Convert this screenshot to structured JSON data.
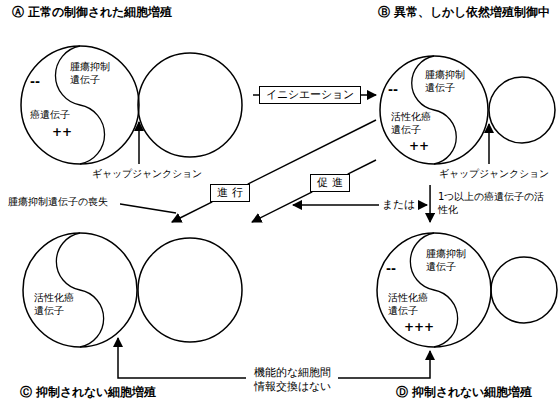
{
  "diagram": {
    "nodes": [
      {
        "text": [
          "Ⓐ 正常の制御された細胞増殖",
          "ギャップジャンクション"
        ]
      },
      {
        "text": [
          "腫瘍抑制遺伝子",
          "癌遺伝子",
          "--",
          "++"
        ],
        "in": 0
      },
      {
        "text": [
          "イニシエーション"
        ]
      },
      {
        "text": [
          "Ⓑ 異常、しかし依然増殖制御中",
          "ギャップジャンクション"
        ]
      },
      {
        "text": [
          "腫瘍抑制遺伝子",
          "活性化癌遺伝子",
          "--",
          "++"
        ],
        "in": 3
      },
      {
        "text": [
          "促 進"
        ]
      },
      {
        "text": [
          "進 行"
        ]
      },
      {
        "text": [
          "Ⓒ 抑制されない細胞増殖"
        ]
      },
      {
        "text": [
          "活性化癌遺伝子"
        ],
        "in": 7
      },
      {
        "text": [
          "Ⓓ 抑制されない細胞増殖"
        ]
      },
      {
        "text": [
          "腫瘍抑制遺伝子",
          "活性化癌遺伝子",
          "--",
          "+++"
        ],
        "in": 9
      }
    ],
    "edges": [
      {
        "from": 0,
        "to": 2,
        "arrow": "none"
      },
      {
        "from": 2,
        "to": 3,
        "arrow": "to"
      },
      {
        "from": 3,
        "to": 5,
        "arrow": "none"
      },
      {
        "from": 5,
        "to": 7,
        "arrow": "to"
      },
      {
        "from": 3,
        "to": 6,
        "arrow": "none"
      },
      {
        "from": 6,
        "to": 7,
        "arrow": "to"
      },
      {
        "from": 3,
        "to": 9,
        "arrow": "to",
        "label": "1つ以上の癌遺伝子の活性化"
      }
    ],
    "labels": [
      "腫瘍抑制遺伝子の喪失",
      "または",
      "機能的な細胞間情報交換はない"
    ]
  }
}
